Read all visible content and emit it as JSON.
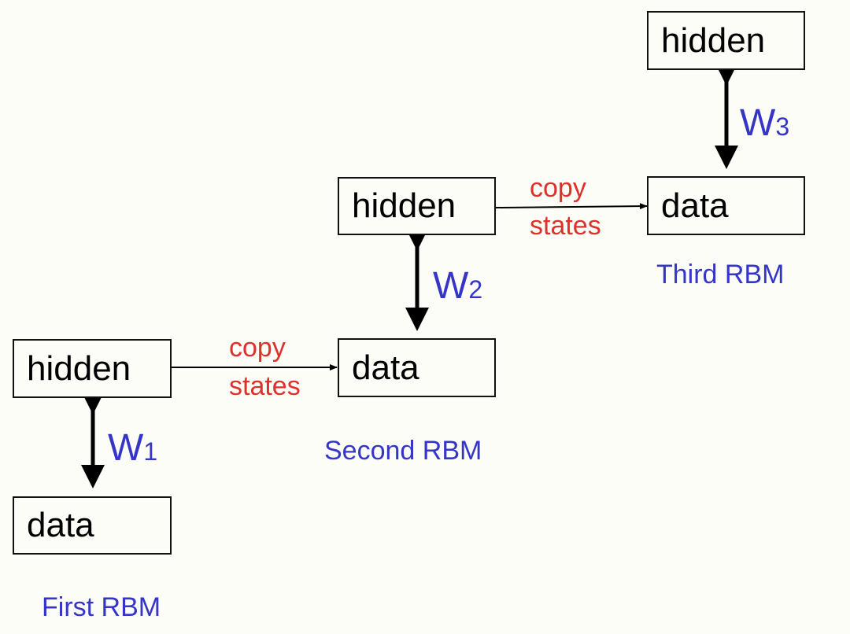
{
  "diagram": {
    "title": "Stacking RBMs",
    "rbms": [
      {
        "name": "First RBM",
        "hidden": "hidden",
        "data": "data",
        "weight": "W",
        "weight_index": "1"
      },
      {
        "name": "Second RBM",
        "hidden": "hidden",
        "data": "data",
        "weight": "W",
        "weight_index": "2"
      },
      {
        "name": "Third RBM",
        "hidden": "hidden",
        "data": "data",
        "weight": "W",
        "weight_index": "3"
      }
    ],
    "connections": [
      {
        "from": "First RBM hidden",
        "to": "Second RBM data",
        "label_line1": "copy",
        "label_line2": "states"
      },
      {
        "from": "Second RBM hidden",
        "to": "Third RBM data",
        "label_line1": "copy",
        "label_line2": "states"
      }
    ],
    "colors": {
      "background": "#fdfdf7",
      "copy_label": "#e0302c",
      "rbm_label": "#3535c8",
      "box_border": "#111111"
    }
  }
}
